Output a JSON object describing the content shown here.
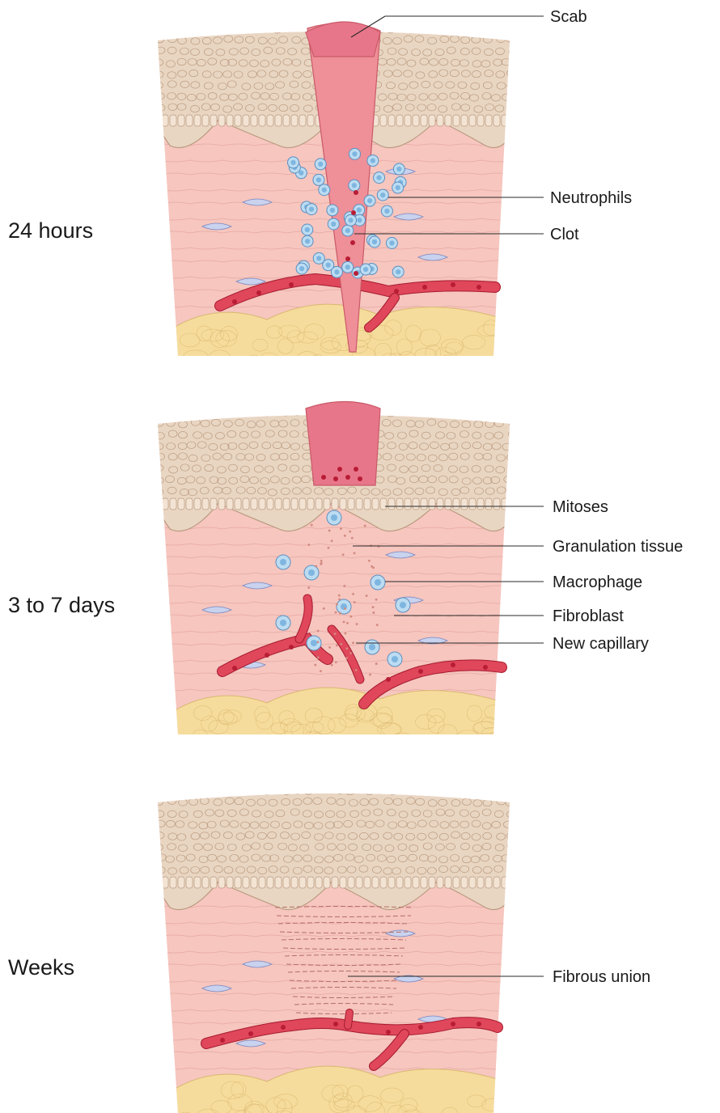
{
  "panels": [
    {
      "id": "p1",
      "stage": "24 hours",
      "labels": [
        {
          "key": "scab",
          "text": "Scab"
        },
        {
          "key": "neutrophils",
          "text": "Neutrophils"
        },
        {
          "key": "clot",
          "text": "Clot"
        }
      ]
    },
    {
      "id": "p2",
      "stage": "3 to 7 days",
      "labels": [
        {
          "key": "mitoses",
          "text": "Mitoses"
        },
        {
          "key": "granulation",
          "text": "Granulation tissue"
        },
        {
          "key": "macrophage",
          "text": "Macrophage"
        },
        {
          "key": "fibroblast",
          "text": "Fibroblast"
        },
        {
          "key": "capillary",
          "text": "New capillary"
        }
      ]
    },
    {
      "id": "p3",
      "stage": "Weeks",
      "labels": [
        {
          "key": "fibrous",
          "text": "Fibrous union"
        }
      ]
    }
  ],
  "colors": {
    "epidermis": "#e9d6c2",
    "epidermis_line": "#b99a80",
    "dermis": "#f6c6bf",
    "dermis_line": "#d8928a",
    "fat": "#f6dc9c",
    "fat_line": "#d9b870",
    "blood": "#e0475b",
    "blood_dot": "#b81d35",
    "clot": "#ef8f98",
    "cell_fill": "#bcdcf2",
    "cell_edge": "#5d8fbf",
    "fibroblast_fill": "#c9d2ee",
    "fibroblast_edge": "#7c86bd"
  }
}
